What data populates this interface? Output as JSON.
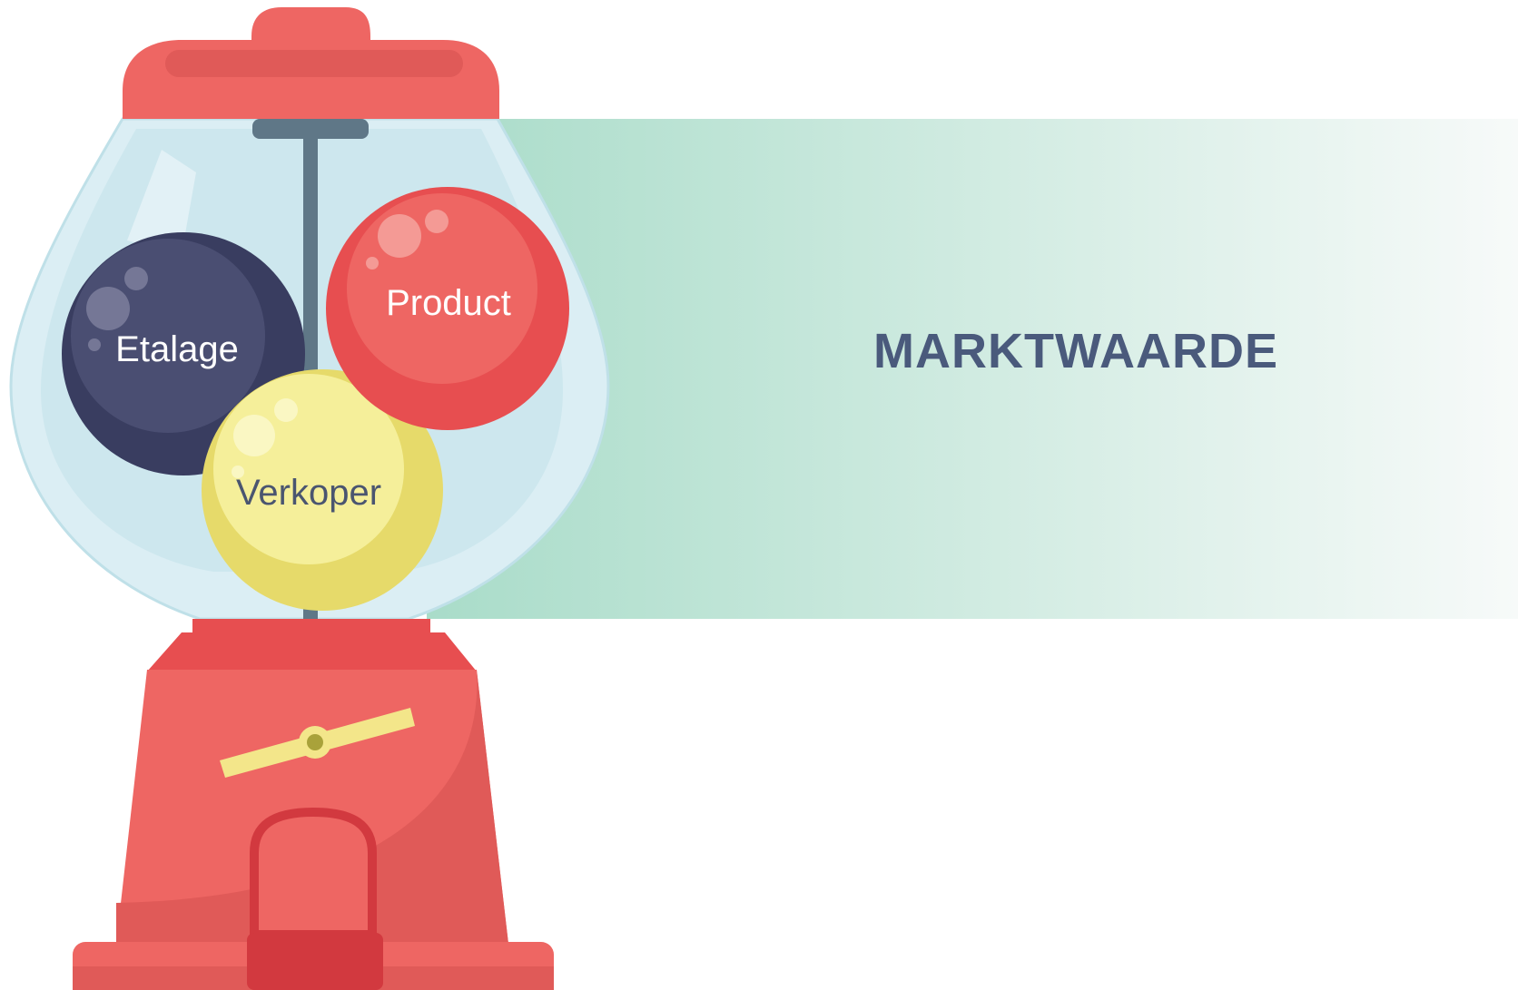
{
  "banner": {
    "title": "MARKTWAARDE",
    "gradient_start": "#a9dcc9",
    "gradient_end": "#f7faf9",
    "title_color": "#4a5a7c"
  },
  "balls": [
    {
      "id": "etalage",
      "label": "Etalage",
      "color": "#4a4e72",
      "label_color": "#ffffff"
    },
    {
      "id": "product",
      "label": "Product",
      "color": "#ee6663",
      "label_color": "#ffffff"
    },
    {
      "id": "verkoper",
      "label": "Verkoper",
      "color": "#f5ef9a",
      "label_color": "#4a5570"
    }
  ],
  "machine": {
    "body_color": "#ee6663",
    "shadow_color": "#e05a58",
    "dark_color": "#d2393f",
    "glass_color": "#cde7ee",
    "rod_color": "#5f7787",
    "handle_color": "#f3e68a"
  }
}
